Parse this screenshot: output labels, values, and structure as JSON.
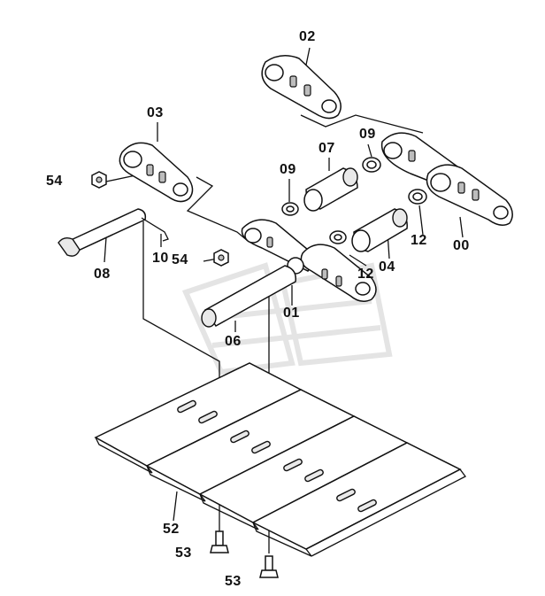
{
  "diagram": {
    "callouts": [
      "02",
      "03",
      "07",
      "09",
      "09",
      "54",
      "54",
      "08",
      "10",
      "01",
      "06",
      "12",
      "12",
      "04",
      "00",
      "52",
      "53",
      "53"
    ]
  }
}
